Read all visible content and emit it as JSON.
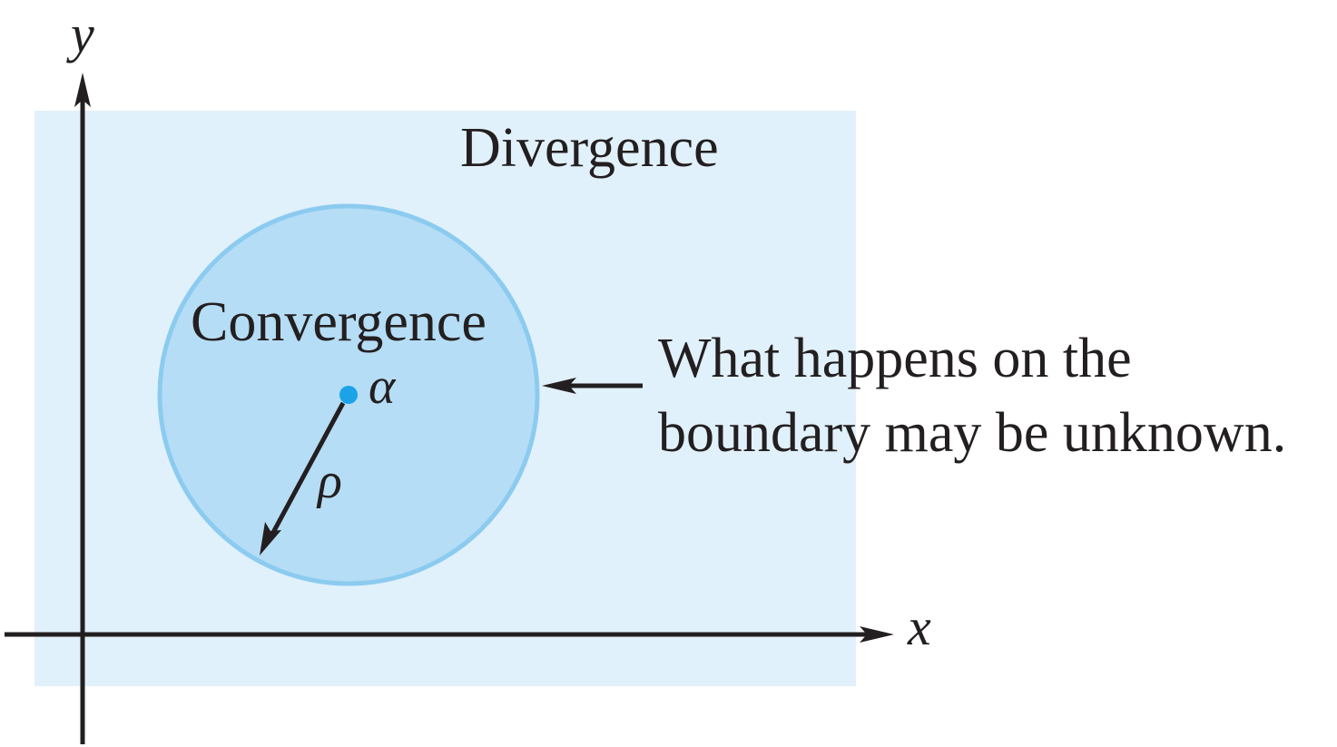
{
  "labels": {
    "divergence": "Divergence",
    "convergence": "Convergence",
    "center": "α",
    "radius": "ρ",
    "boundary_note_line1": "What happens on the",
    "boundary_note_line2": "boundary may be unknown.",
    "x_axis": "x",
    "y_axis": "y"
  },
  "colors": {
    "divergence_region": "#e1f1fb",
    "convergence_region": "#b5ddf5",
    "circle_boundary": "#8ccbf0",
    "center_point": "#1aa3e8",
    "axes_and_arrows": "#231f20"
  }
}
